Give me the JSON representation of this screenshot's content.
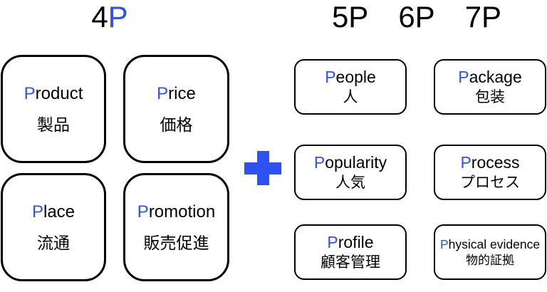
{
  "colors": {
    "accent_blue": "#2e51f2",
    "text_black": "#000000",
    "box_border": "#000000",
    "background": "#ffffff"
  },
  "icons": {
    "plus": "heavy-plus"
  },
  "titles": {
    "left": {
      "number": "4",
      "letter": "P"
    },
    "right": [
      {
        "number": "5",
        "letter": "P"
      },
      {
        "number": "6",
        "letter": "P"
      },
      {
        "number": "7",
        "letter": "P"
      }
    ]
  },
  "left_group": {
    "boxes": [
      {
        "en_initial": "P",
        "en_rest": "roduct",
        "jp": "製品"
      },
      {
        "en_initial": "P",
        "en_rest": "rice",
        "jp": "価格"
      },
      {
        "en_initial": "P",
        "en_rest": "lace",
        "jp": "流通"
      },
      {
        "en_initial": "P",
        "en_rest": "romotion",
        "jp": "販売促進"
      }
    ]
  },
  "right_group": {
    "boxes": [
      {
        "en_initial": "P",
        "en_rest": "eople",
        "jp": "人"
      },
      {
        "en_initial": "P",
        "en_rest": "ackage",
        "jp": "包装"
      },
      {
        "en_initial": "P",
        "en_rest": "opularity",
        "jp": "人気"
      },
      {
        "en_initial": "P",
        "en_rest": "rocess",
        "jp": "プロセス"
      },
      {
        "en_initial": "P",
        "en_rest": "rofile",
        "jp": "顧客管理"
      },
      {
        "en_initial": "P",
        "en_rest": "hysical evidence",
        "jp": "物的証拠"
      }
    ]
  }
}
